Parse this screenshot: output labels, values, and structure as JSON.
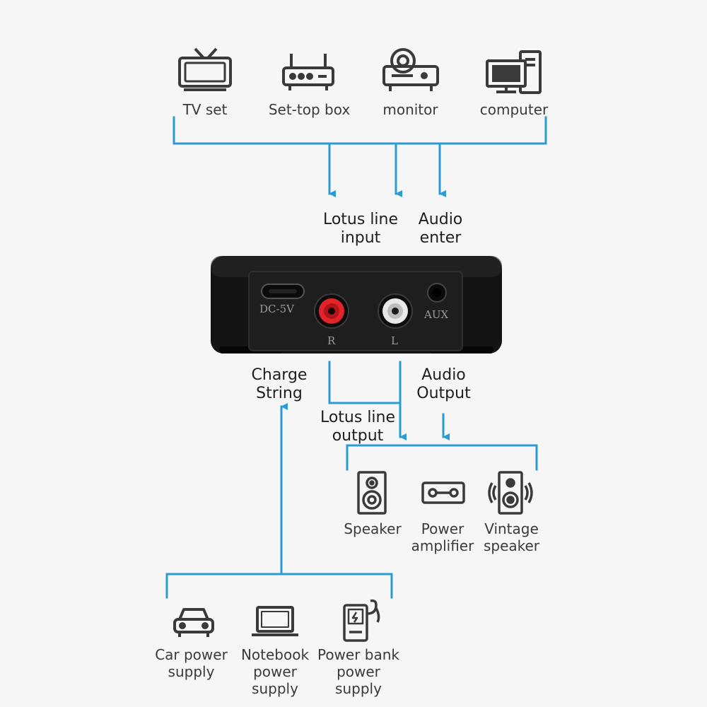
{
  "sources": {
    "tv": "TV set",
    "settop": "Set-top box",
    "monitor": "monitor",
    "computer": "computer"
  },
  "inputs": {
    "lotus_input": "Lotus line\ninput",
    "audio_enter": "Audio\nenter"
  },
  "device": {
    "dc_label": "DC-5V",
    "aux_label": "AUX",
    "r_label": "R",
    "l_label": "L"
  },
  "outputs": {
    "charge": "Charge\nString",
    "audio_output": "Audio\nOutput",
    "lotus_output": "Lotus line\noutput"
  },
  "sinks": {
    "speaker": "Speaker",
    "amplifier": "Power\namplifier",
    "vintage": "Vintage\nspeaker"
  },
  "power": {
    "car": "Car power\nsupply",
    "notebook": "Notebook\npower supply",
    "powerbank": "Power bank\npower\nsupply"
  },
  "colors": {
    "line": "#2b9bd3",
    "device": "#121212",
    "rca_red": "#e2232a",
    "rca_white": "#e8e8e8"
  }
}
